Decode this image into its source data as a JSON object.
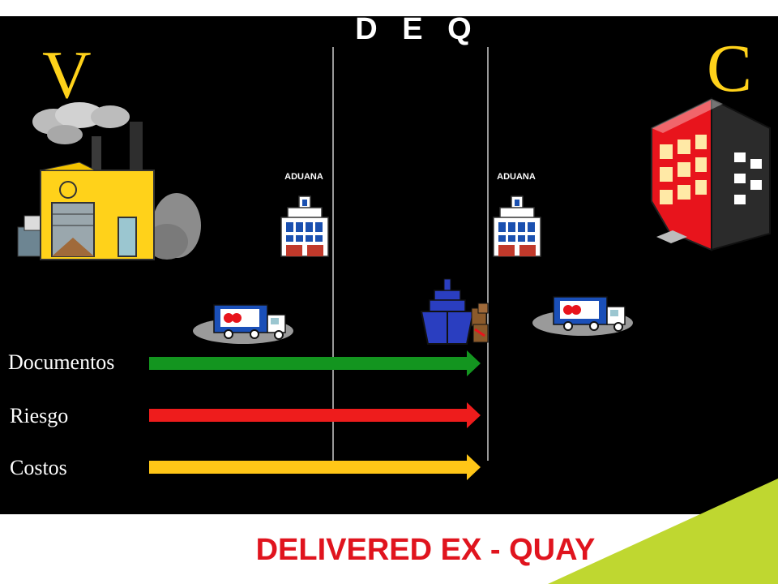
{
  "slide": {
    "title": "D E Q",
    "seller_letter": "V",
    "buyer_letter": "C",
    "customs_labels": [
      "ADUANA",
      "ADUANA"
    ],
    "rows": [
      {
        "label": "Documentos",
        "color": "#13951f"
      },
      {
        "label": "Riesgo",
        "color": "#ee1c1c"
      },
      {
        "label": "Costos",
        "color": "#ffc617"
      }
    ],
    "footer": "DELIVERED EX - QUAY",
    "colors": {
      "background": "#000000",
      "letters": "#ffd21a",
      "footer_text": "#e0141e",
      "accent_green": "#bfd730"
    },
    "icons": [
      "factory-icon",
      "customs-building-icon",
      "delivery-truck-icon",
      "cargo-ship-icon",
      "buyer-building-icon"
    ]
  }
}
